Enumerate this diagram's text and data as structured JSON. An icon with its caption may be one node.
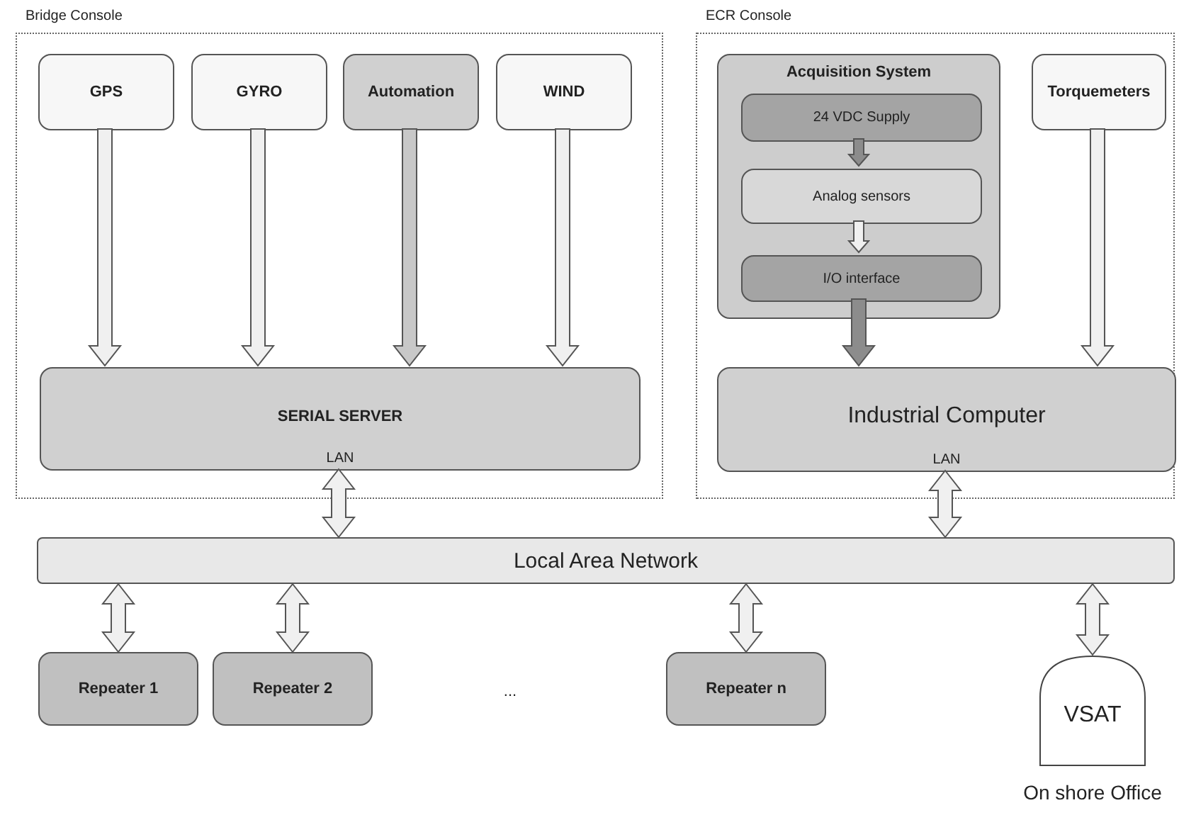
{
  "diagram": {
    "nodes": [
      {
        "text": [
          "Bridge Console"
        ]
      },
      {
        "text": [
          "GPS"
        ],
        "in": 0
      },
      {
        "text": [
          "GYRO"
        ],
        "in": 0
      },
      {
        "text": [
          "Automation"
        ],
        "in": 0
      },
      {
        "text": [
          "WIND"
        ],
        "in": 0
      },
      {
        "text": [
          "SERIAL SERVER",
          "LAN"
        ],
        "in": 0
      },
      {
        "text": [
          "ECR Console"
        ]
      },
      {
        "text": [
          "Acquisition System"
        ],
        "in": 6
      },
      {
        "text": [
          "24 VDC Supply"
        ],
        "in": 7
      },
      {
        "text": [
          "Analog sensors"
        ],
        "in": 7
      },
      {
        "text": [
          "I/O interface"
        ],
        "in": 7
      },
      {
        "text": [
          "Torquemeters"
        ],
        "in": 6
      },
      {
        "text": [
          "Industrial Computer",
          "LAN"
        ],
        "in": 6
      },
      {
        "text": [
          "Local Area Network"
        ]
      },
      {
        "text": [
          "Repeater 1"
        ]
      },
      {
        "text": [
          "Repeater 2"
        ]
      },
      {
        "text": [
          "Repeater n"
        ]
      },
      {
        "text": [
          "VSAT"
        ],
        "beside": [
          "On shore Office"
        ]
      }
    ],
    "edges": [
      {
        "from": 1,
        "to": 5,
        "arrow": "to"
      },
      {
        "from": 2,
        "to": 5,
        "arrow": "to"
      },
      {
        "from": 3,
        "to": 5,
        "arrow": "to",
        "color": "#c8c8c8"
      },
      {
        "from": 4,
        "to": 5,
        "arrow": "to"
      },
      {
        "from": 8,
        "to": 9,
        "arrow": "to",
        "color": "#8c8c8c"
      },
      {
        "from": 9,
        "to": 10,
        "arrow": "to"
      },
      {
        "from": 10,
        "to": 12,
        "arrow": "to",
        "color": "#8c8c8c"
      },
      {
        "from": 11,
        "to": 12,
        "arrow": "to"
      },
      {
        "from": 5,
        "to": 13,
        "arrow": "both"
      },
      {
        "from": 12,
        "to": 13,
        "arrow": "both"
      },
      {
        "from": 13,
        "to": 14,
        "arrow": "both"
      },
      {
        "from": 13,
        "to": 15,
        "arrow": "both"
      },
      {
        "from": 13,
        "to": 16,
        "arrow": "both"
      },
      {
        "from": 13,
        "to": 17,
        "arrow": "both"
      }
    ],
    "labels": [
      "..."
    ]
  }
}
